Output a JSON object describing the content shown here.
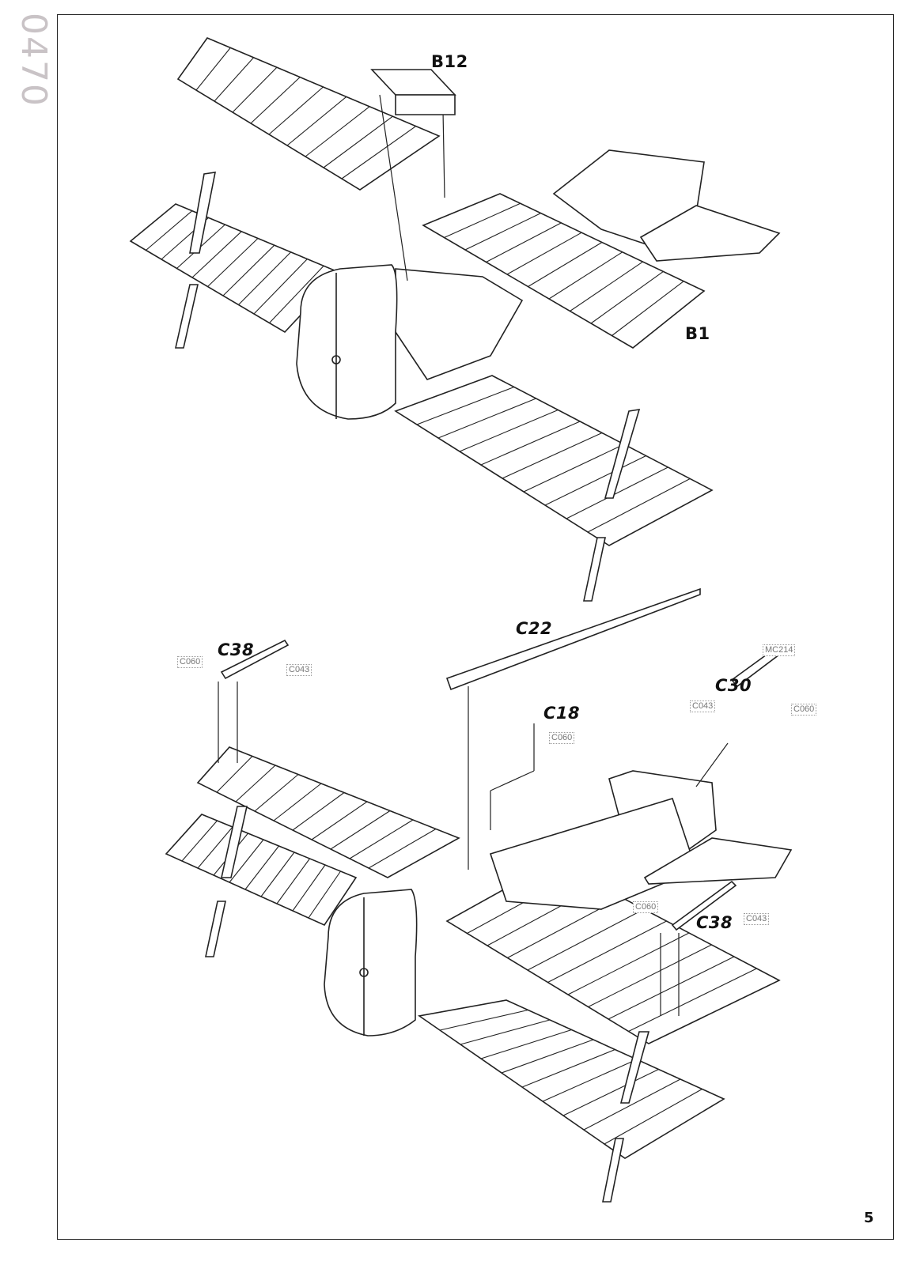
{
  "handwritten_note": "0470",
  "page_number": "5",
  "step_top": {
    "labels": {
      "b12": "B12",
      "b1": "B1"
    }
  },
  "step_bottom": {
    "labels": {
      "c22": "C22",
      "c38_left": "C38",
      "c30": "C30",
      "c18": "C18",
      "c38_right": "C38"
    },
    "refs": {
      "c38_left_a": "C060",
      "c38_left_b": "C043",
      "c30_top": "MC214",
      "c30_left": "C043",
      "c30_right": "C060",
      "c18": "C060",
      "c38_right_a": "C060",
      "c38_right_b": "C043"
    }
  }
}
